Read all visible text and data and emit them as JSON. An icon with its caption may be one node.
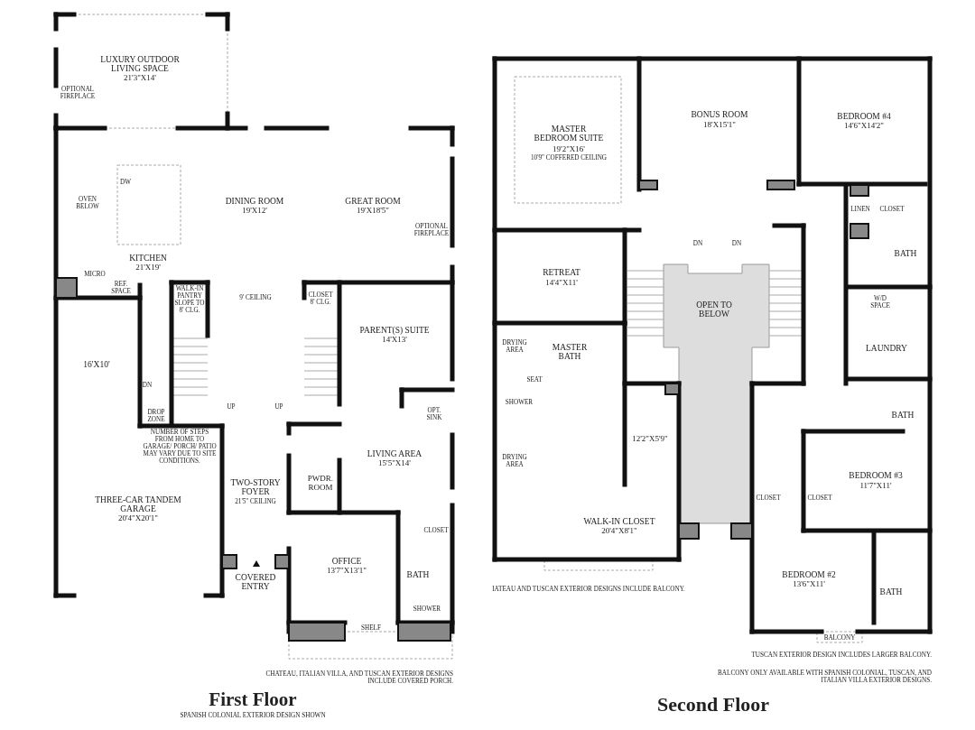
{
  "diagram": {
    "labels": [
      "LUXURY OUTDOOR LIVING SPACE",
      "21'3\"X14'",
      "OPTIONAL FIREPLACE",
      "DW",
      "OVEN BELOW",
      "DINING ROOM",
      "19'X12'",
      "GREAT ROOM",
      "19'X18'5\"",
      "OPTIONAL FIREPLACE",
      "KITCHEN",
      "21'X19'",
      "MICRO",
      "REF. SPACE",
      "WALK-IN PANTRY SLOPE TO 8' CLG.",
      "9' CEILING",
      "CLOSET 8' CLG.",
      "PARENT(S) SUITE",
      "14'X13'",
      "16'X10'",
      "DN",
      "UP",
      "UP",
      "OPT. SINK",
      "DROP ZONE",
      "NUMBER OF STEPS FROM HOME TO GARAGE/ PORCH/ PATIO MAY VARY DUE TO SITE CONDITIONS.",
      "LIVING AREA",
      "15'5\"X14'",
      "TWO-STORY FOYER",
      "21'5\" CEILING",
      "PWDR. ROOM",
      "THREE-CAR TANDEM GARAGE",
      "20'4\"X20'1\"",
      "CLOSET",
      "OFFICE",
      "13'7\"X13'1\"",
      "BATH",
      "COVERED ENTRY",
      "SHOWER",
      "SHELF",
      "CHATEAU, ITALIAN VILLA, AND TUSCAN EXTERIOR DESIGNS INCLUDE COVERED PORCH.",
      "First Floor",
      "SPANISH COLONIAL EXTERIOR DESIGN SHOWN",
      "MASTER BEDROOM SUITE",
      "19'2\"X16'",
      "10'9\" COFFERED CEILING",
      "BONUS ROOM",
      "18'X15'1\"",
      "BEDROOM #4",
      "14'6\"X14'2\"",
      "LINEN",
      "CLOSET",
      "DN",
      "DN",
      "BATH",
      "RETREAT",
      "14'4\"X11'",
      "W/D SPACE",
      "OPEN TO BELOW",
      "MASTER BATH",
      "DRYING AREA",
      "LAUNDRY",
      "SEAT",
      "SHOWER",
      "12'2\"X5'9\"",
      "BATH",
      "DRYING AREA",
      "BEDROOM #3",
      "11'7\"X11'",
      "CLOSET",
      "CLOSET",
      "WALK-IN CLOSET",
      "20'4\"X8'1\"",
      "BEDROOM #2",
      "13'6\"X11'",
      "BATH",
      "IATEAU AND TUSCAN EXTERIOR DESIGNS INCLUDE BALCONY.",
      "BALCONY",
      "TUSCAN EXTERIOR DESIGN INCLUDES LARGER BALCONY.",
      "BALCONY ONLY AVAILABLE WITH SPANISH COLONIAL, TUSCAN, AND ITALIAN VILLA EXTERIOR DESIGNS.",
      "Second Floor"
    ]
  }
}
